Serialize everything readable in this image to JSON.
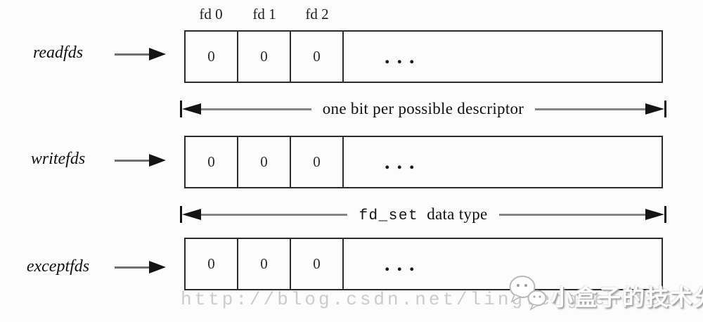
{
  "figure": {
    "fd_labels": [
      "fd 0",
      "fd 1",
      "fd 2"
    ],
    "rows": [
      {
        "label": "readfds",
        "cells": [
          "0",
          "0",
          "0"
        ],
        "ellipsis": "..."
      },
      {
        "label": "writefds",
        "cells": [
          "0",
          "0",
          "0"
        ],
        "ellipsis": "..."
      },
      {
        "label": "exceptfds",
        "cells": [
          "0",
          "0",
          "0"
        ],
        "ellipsis": "..."
      }
    ],
    "annotations": {
      "bits_label": "one bit per possible descriptor",
      "fdset_code": "fd_set",
      "fdset_text": "data type"
    }
  },
  "watermark": {
    "url": "http://blog.csdn.net/lingfengtengfei",
    "brand": "小盒子的技术分享"
  },
  "colors": {
    "background": "#fcfcfc",
    "box_border": "#2b2b2b",
    "arrow_head": "#141414",
    "arrow_stem": "#848484",
    "text": "#101010",
    "watermark_url": "#cbcbcb",
    "brand_text": "#ffffff"
  }
}
